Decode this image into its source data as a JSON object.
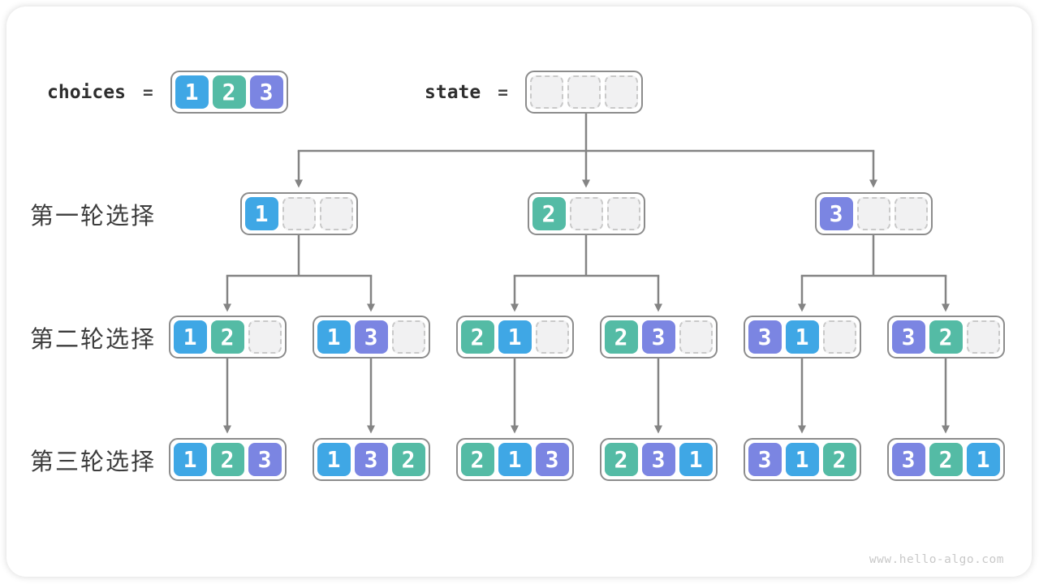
{
  "diagram": {
    "choices_label": "choices",
    "state_label": "state",
    "equals_sign": "=",
    "choices": [
      "1",
      "2",
      "3"
    ],
    "state": [
      "",
      "",
      ""
    ],
    "rows": [
      {
        "label": "第一轮选择",
        "nodes": [
          [
            "1",
            "",
            ""
          ],
          [
            "2",
            "",
            ""
          ],
          [
            "3",
            "",
            ""
          ]
        ]
      },
      {
        "label": "第二轮选择",
        "nodes": [
          [
            "1",
            "2",
            ""
          ],
          [
            "1",
            "3",
            ""
          ],
          [
            "2",
            "1",
            ""
          ],
          [
            "2",
            "3",
            ""
          ],
          [
            "3",
            "1",
            ""
          ],
          [
            "3",
            "2",
            ""
          ]
        ]
      },
      {
        "label": "第三轮选择",
        "nodes": [
          [
            "1",
            "2",
            "3"
          ],
          [
            "1",
            "3",
            "2"
          ],
          [
            "2",
            "1",
            "3"
          ],
          [
            "2",
            "3",
            "1"
          ],
          [
            "3",
            "1",
            "2"
          ],
          [
            "3",
            "2",
            "1"
          ]
        ]
      }
    ],
    "cell_colors": {
      "1": "#3fa7e5",
      "2": "#54bba5",
      "3": "#7b85e2"
    },
    "connector_color": "#848484",
    "watermark": "www.hello-algo.com"
  }
}
